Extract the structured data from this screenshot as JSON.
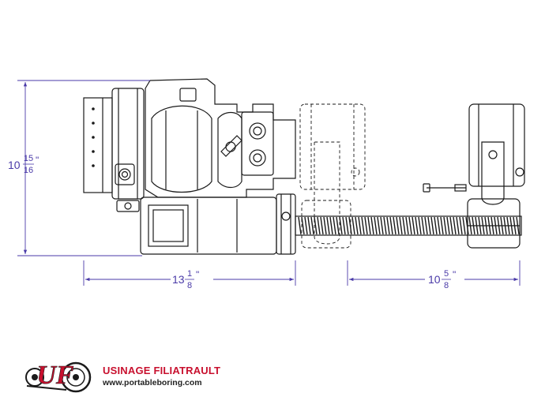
{
  "dimensions": {
    "height": {
      "whole": "10",
      "num": "15",
      "den": "16",
      "unit": "\""
    },
    "body_length": {
      "whole": "13",
      "num": "1",
      "den": "8",
      "unit": "\""
    },
    "stroke": {
      "whole": "10",
      "num": "5",
      "den": "8",
      "unit": "\""
    }
  },
  "brand": {
    "logo_text": "UF",
    "name": "USINAGE FILIATRAULT",
    "url": "www.portableboring.com"
  },
  "colors": {
    "line": "#1a1a1a",
    "dimension": "#4a3aa8",
    "brand_red": "#c8102e"
  }
}
